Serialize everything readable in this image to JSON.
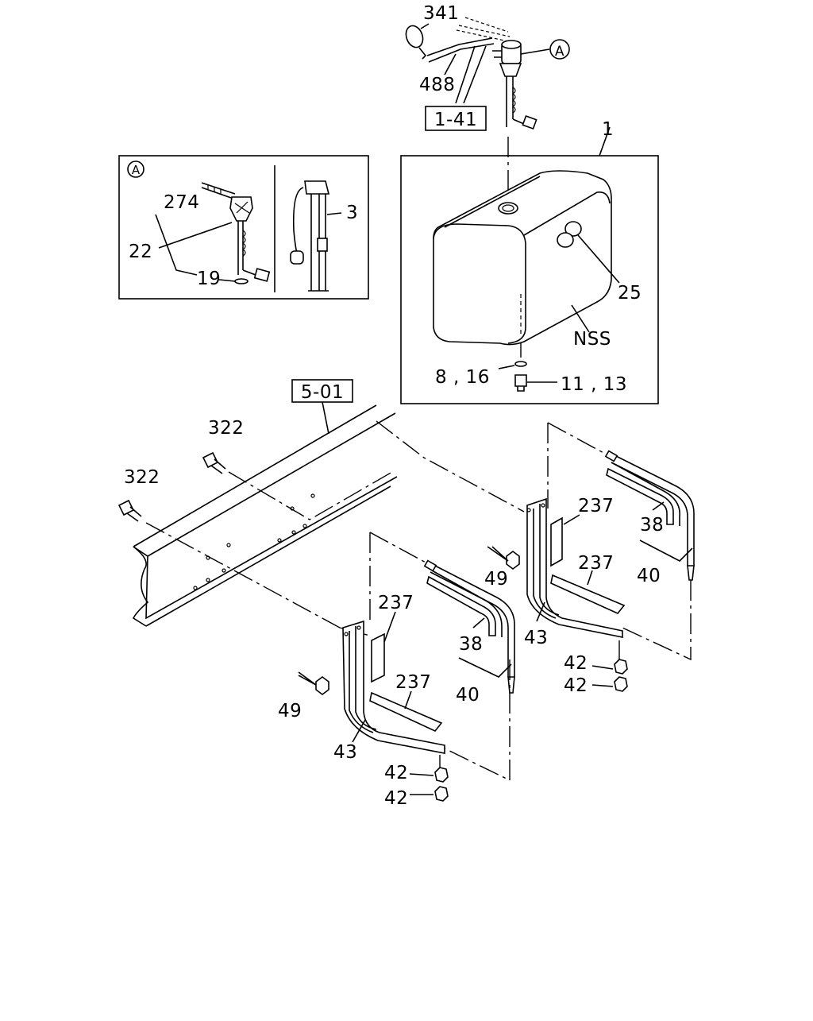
{
  "references": {
    "inset": "A",
    "fuel_pump_ref": "A"
  },
  "boxed_refs": {
    "top": "1-41",
    "frame": "5-01"
  },
  "labels": {
    "p341": "341",
    "p488": "488",
    "p1": "1",
    "p274": "274",
    "p22": "22",
    "p19": "19",
    "p3": "3",
    "p25": "25",
    "nss": "NSS",
    "p8_16": "8 , 16",
    "p11_13": "11 , 13",
    "p322a": "322",
    "p322b": "322",
    "p237a": "237",
    "p237b": "237",
    "p237c": "237",
    "p237d": "237",
    "p38a": "38",
    "p38b": "38",
    "p40a": "40",
    "p40b": "40",
    "p49a": "49",
    "p49b": "49",
    "p43a": "43",
    "p43b": "43",
    "p42a": "42",
    "p42b": "42",
    "p42c": "42",
    "p42d": "42"
  }
}
